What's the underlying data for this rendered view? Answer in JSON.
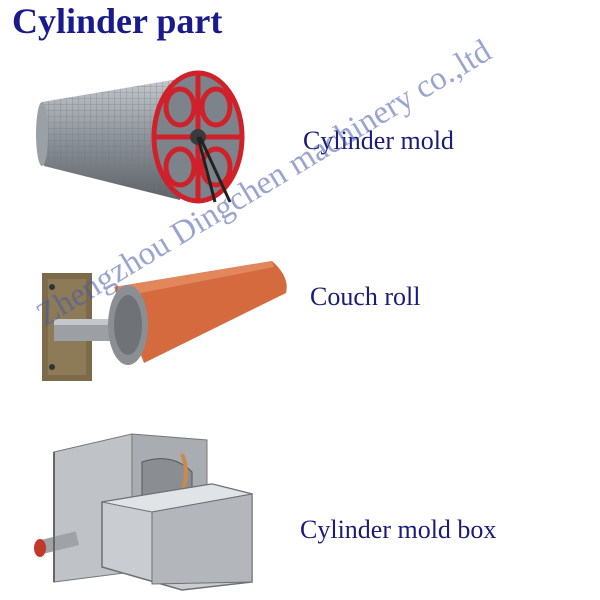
{
  "title": "Cylinder part",
  "items": [
    {
      "label": "Cylinder mold"
    },
    {
      "label": "Couch roll"
    },
    {
      "label": "Cylinder mold box"
    }
  ],
  "watermark": "Zhengzhou Dingchen machinery co.,ltd",
  "colors": {
    "title": "#1a1a8c",
    "label": "#1b1b7a",
    "mold_frame": "#d0202a",
    "couch_roll": "#d46a3e",
    "watermark": "#465aaa"
  }
}
